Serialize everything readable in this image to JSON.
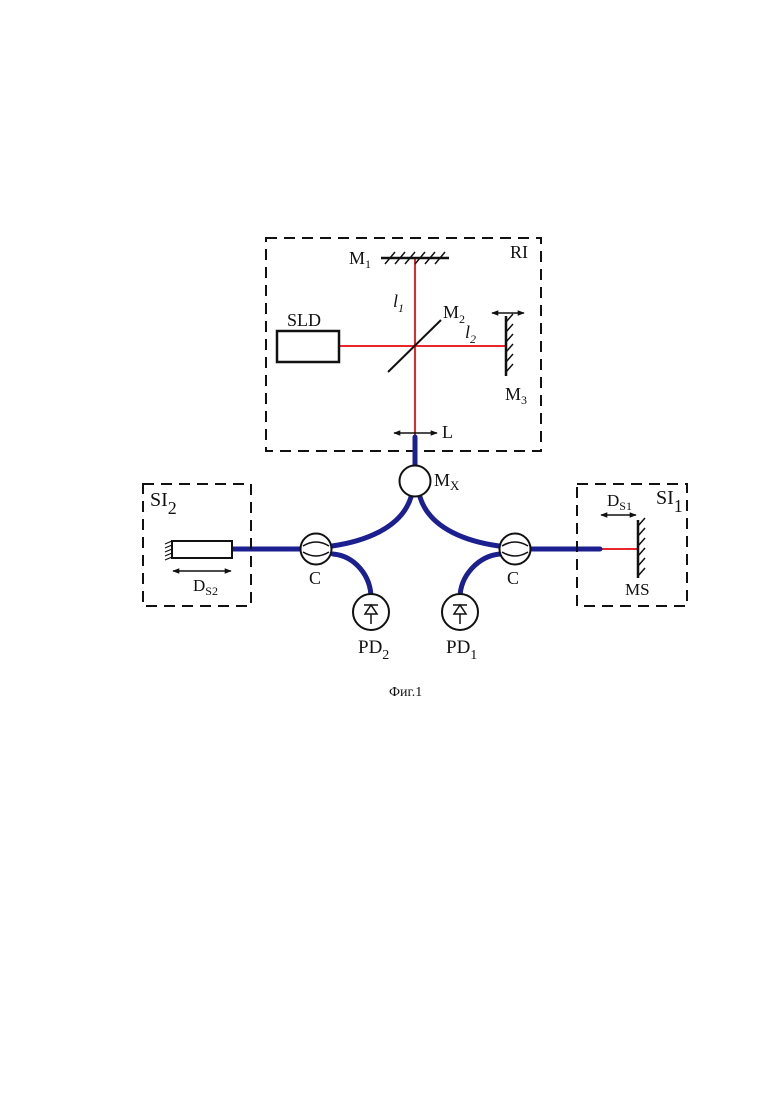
{
  "colors": {
    "beam": "#e8262b",
    "fiber": "#1b1f8f",
    "ink": "#111111",
    "background": "#ffffff"
  },
  "blocks": {
    "ri": {
      "label": "RI"
    },
    "si1": {
      "label_main": "SI",
      "label_sub": "1"
    },
    "si2": {
      "label_main": "SI",
      "label_sub": "2"
    }
  },
  "components": {
    "m1": {
      "main": "M",
      "sub": "1"
    },
    "m2": {
      "main": "M",
      "sub": "2"
    },
    "m3": {
      "main": "M",
      "sub": "3"
    },
    "l1": {
      "main": "l",
      "sub": "1"
    },
    "l2": {
      "main": "l",
      "sub": "2"
    },
    "sld": {
      "label": "SLD"
    },
    "lens": {
      "label": "L"
    },
    "mx": {
      "main": "M",
      "sub": "X"
    },
    "circulator_left": {
      "label": "C"
    },
    "circulator_right": {
      "label": "C"
    },
    "pd1": {
      "main": "PD",
      "sub": "1"
    },
    "pd2": {
      "main": "PD",
      "sub": "2"
    },
    "ms": {
      "label": "MS"
    },
    "ds1": {
      "main": "D",
      "sub": "S1"
    },
    "ds2": {
      "main": "D",
      "sub": "S2"
    }
  },
  "caption": "Фиг.1"
}
